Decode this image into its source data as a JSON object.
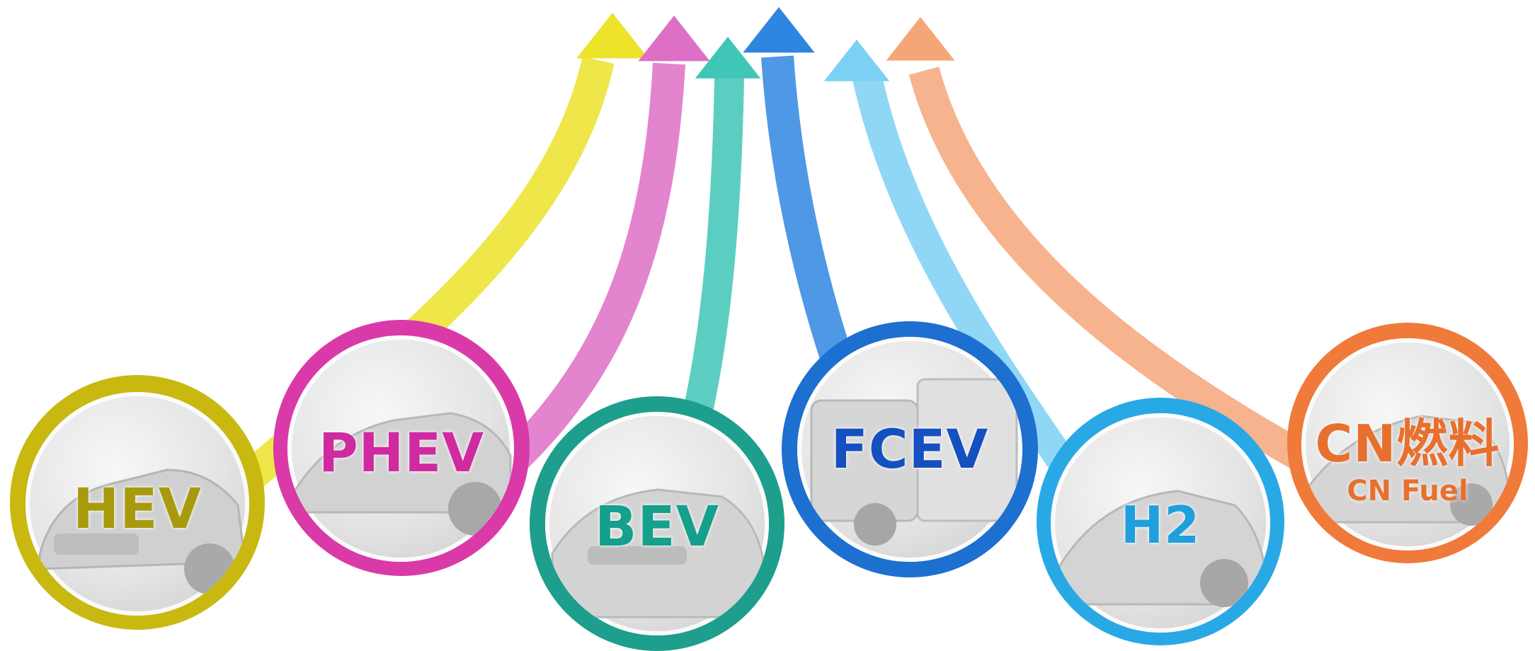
{
  "diagram": {
    "nodes": [
      {
        "id": "hev",
        "label": "HEV",
        "sublabel": "",
        "color": "#c9b80f",
        "text_color": "#a89a0c",
        "arrow_color": "#ece32a"
      },
      {
        "id": "phev",
        "label": "PHEV",
        "sublabel": "",
        "color": "#d93aa8",
        "text_color": "#cf2aa0",
        "arrow_color": "#de6fc7"
      },
      {
        "id": "bev",
        "label": "BEV",
        "sublabel": "",
        "color": "#1e9e8c",
        "text_color": "#14a08c",
        "arrow_color": "#3fc6b6"
      },
      {
        "id": "fcev",
        "label": "FCEV",
        "sublabel": "",
        "color": "#1d6fd0",
        "text_color": "#1450c0",
        "arrow_color": "#2f86e0"
      },
      {
        "id": "h2",
        "label": "H2",
        "sublabel": "",
        "color": "#29a8e6",
        "text_color": "#1f9fdc",
        "arrow_color": "#7cd0f4"
      },
      {
        "id": "cnfuel",
        "label": "CN燃料",
        "sublabel": "CN Fuel",
        "color": "#ef7a3a",
        "text_color": "#e8702e",
        "arrow_color": "#f5a679"
      }
    ]
  }
}
